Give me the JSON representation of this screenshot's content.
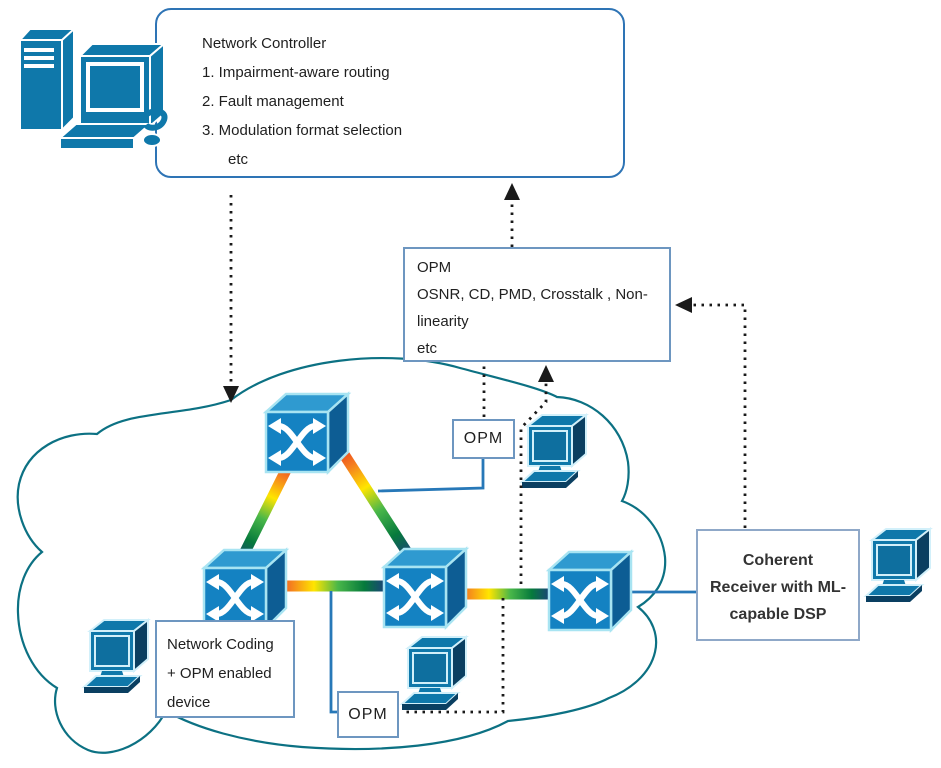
{
  "network_controller": {
    "title": "Network Controller",
    "items": [
      "1. Impairment-aware routing",
      "2. Fault management",
      "3. Modulation format selection"
    ],
    "etc_label": "etc"
  },
  "opm_panel": {
    "title": "OPM",
    "line1": "OSNR, CD, PMD, Crosstalk , Non-",
    "line2": "linearity",
    "line3": "etc"
  },
  "opm_tap_top": {
    "label": "OPM"
  },
  "opm_tap_bottom": {
    "label": "OPM"
  },
  "network_coding_box": {
    "line1": "Network Coding",
    "line2": "+ OPM enabled",
    "line3": "device"
  },
  "coherent_receiver_box": {
    "line1": "Coherent",
    "line2": "Receiver with ML-",
    "line3": "capable DSP"
  },
  "colors": {
    "switch_blue": "#1482c2",
    "switch_top": "#2f9ad0",
    "switch_side": "#0d5d94",
    "icon_teal": "#0f78aa",
    "icon_dark": "#0a3f61",
    "cloud_stroke": "#0c7183",
    "box_border": "#6d96c0",
    "controller_border": "#2e74b5",
    "connector_blue": "#2778b8",
    "dash_black": "#1a1a1a",
    "link_gradient": [
      "#e8311c",
      "#f47b20",
      "#ffe500",
      "#49b749",
      "#067a3c",
      "#1c3f7d"
    ]
  }
}
